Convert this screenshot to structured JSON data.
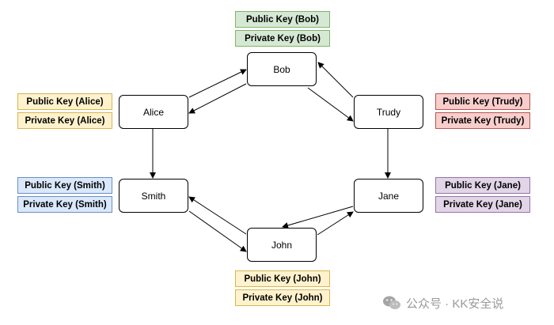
{
  "nodes": {
    "bob": "Bob",
    "alice": "Alice",
    "trudy": "Trudy",
    "smith": "Smith",
    "jane": "Jane",
    "john": "John"
  },
  "keys": {
    "bob_public": "Public Key (Bob)",
    "bob_private": "Private Key (Bob)",
    "alice_public": "Public Key (Alice)",
    "alice_private": "Private Key (Alice)",
    "trudy_public": "Public Key (Trudy)",
    "trudy_private": "Private Key (Trudy)",
    "smith_public": "Public Key (Smith)",
    "smith_private": "Private Key (Smith)",
    "jane_public": "Public Key (Jane)",
    "jane_private": "Private Key (Jane)",
    "john_public": "Public Key (John)",
    "john_private": "Private Key (John)"
  },
  "watermark": {
    "text": "公众号 · KK安全说",
    "icon": "wechat-icon"
  },
  "colors": {
    "green_fill": "#d5e8d4",
    "yellow_fill": "#fff2cc",
    "red_fill": "#f8cecc",
    "blue_fill": "#dae8fc",
    "purple_fill": "#e1d5e7"
  }
}
